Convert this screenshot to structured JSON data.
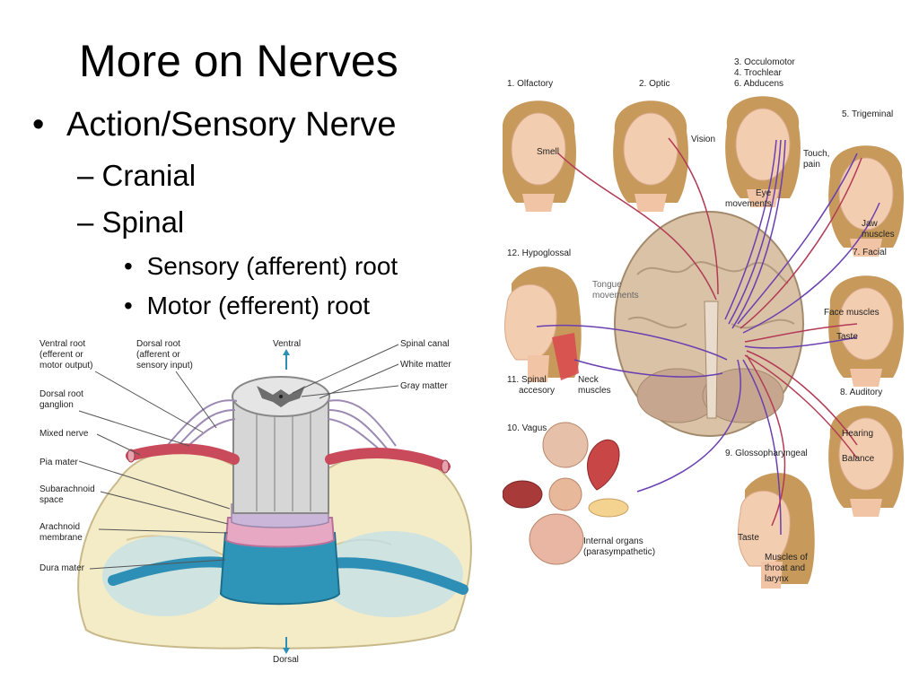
{
  "slide": {
    "title": "More on Nerves",
    "bullet1": "Action/Sensory Nerve",
    "bullet1_marker": "•",
    "sub_marker": "–",
    "sub1": "Cranial",
    "sub2": "Spinal",
    "subsub_marker": "•",
    "subsub1": "Sensory (afferent) root",
    "subsub2": "Motor (efferent) root"
  },
  "spinal_figure": {
    "labels": {
      "ventral_root": [
        "Ventral root",
        "(efferent or",
        "motor output)"
      ],
      "dorsal_root": [
        "Dorsal root",
        "(afferent or",
        "sensory input)"
      ],
      "ventral": "Ventral",
      "dorsal": "Dorsal",
      "spinal_canal": "Spinal canal",
      "white_matter": "White matter",
      "gray_matter": "Gray matter",
      "dorsal_root_ganglion": [
        "Dorsal root",
        "ganglion"
      ],
      "mixed_nerve": "Mixed nerve",
      "pia_mater": "Pia mater",
      "subarachnoid_space": [
        "Subarachnoid",
        "space"
      ],
      "arachnoid_membrane": [
        "Arachnoid",
        "membrane"
      ],
      "dura_mater": "Dura mater"
    }
  },
  "cranial_figure": {
    "labels": {
      "olfactory": "1. Olfactory",
      "smell": "Smell",
      "optic": "2. Optic",
      "vision": "Vision",
      "occulomotor": "3. Occulomotor",
      "trochlear": "4. Trochlear",
      "abducens": "6. Abducens",
      "eye_movements": [
        "Eye",
        "movements"
      ],
      "trigeminal": "5. Trigeminal",
      "touch_pain": [
        "Touch,",
        "pain"
      ],
      "jaw_muscles": [
        "Jaw",
        "muscles"
      ],
      "hypoglossal": "12. Hypoglossal",
      "tongue_movements": [
        "Tongue",
        "movements"
      ],
      "facial": "7. Facial",
      "face_muscles": "Face muscles",
      "taste_facial": "Taste",
      "spinal_accesory": [
        "11. Spinal",
        "accesory"
      ],
      "neck_muscles": [
        "Neck",
        "muscles"
      ],
      "auditory": "8. Auditory",
      "hearing": "Hearing",
      "balance": "Balance",
      "vagus": "10. Vagus",
      "glossopharyngeal": "9. Glossopharyngeal",
      "internal_organs": [
        "Internal organs",
        "(parasympathetic)"
      ],
      "taste_glosso": "Taste",
      "muscles_throat": [
        "Muscles of",
        "throat and",
        "larynx"
      ]
    }
  }
}
